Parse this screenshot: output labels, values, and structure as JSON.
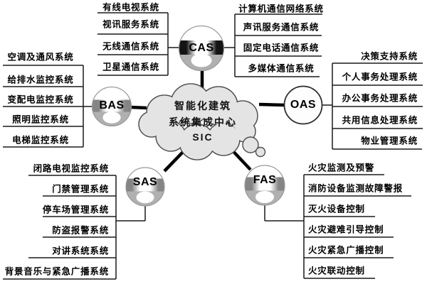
{
  "center": {
    "line1": "智能化建筑",
    "line2": "系统集成中心",
    "line3": "SIC"
  },
  "nodes": {
    "cas": "CAS",
    "bas": "BAS",
    "oas": "OAS",
    "sas": "SAS",
    "fas": "FAS"
  },
  "groups": {
    "cas_left": {
      "items": [
        "有线电视系统",
        "视讯服务系统",
        "无线通信系统",
        "卫星通信系统"
      ]
    },
    "cas_right": {
      "items": [
        "计算机通信网络系统",
        "声讯服务通信系统",
        "固定电话通信系统",
        "多媒体通信系统"
      ]
    },
    "bas": {
      "items": [
        "空调及通风系统",
        "给排水监控系统",
        "变配电监控系统",
        "照明监控系统",
        "电梯监控系统"
      ]
    },
    "oas": {
      "items": [
        "决策支持系统",
        "个人事务处理系统",
        "办公事务处理系统",
        "共用信息处理系统",
        "物业管理系统"
      ]
    },
    "sas": {
      "items": [
        "闭路电视监控系统",
        "门禁管理系统",
        "停车场管理系统",
        "防盗报警系统",
        "对讲系统系统",
        "背景音乐与紧急广播系统"
      ]
    },
    "fas": {
      "items": [
        "火灾监测及预警",
        "消防设备监测故障警报",
        "灭火设备控制",
        "火灾避难引导控制",
        "火灾紧急广播控制",
        "火灾联动控制"
      ]
    }
  },
  "colors": {
    "line": "#1a1a1a",
    "cas_band": "#141414",
    "band": "#858585",
    "sphere_bottom": "#b0b0b0",
    "cloud_fill": "#e4e4e4",
    "cloud_stroke": "#4d4d4d"
  }
}
